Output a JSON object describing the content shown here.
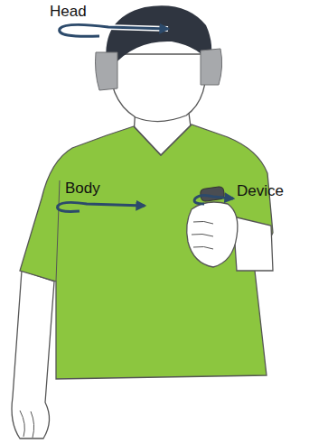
{
  "diagram": {
    "labels": [
      "Head",
      "Body",
      "Device"
    ]
  }
}
